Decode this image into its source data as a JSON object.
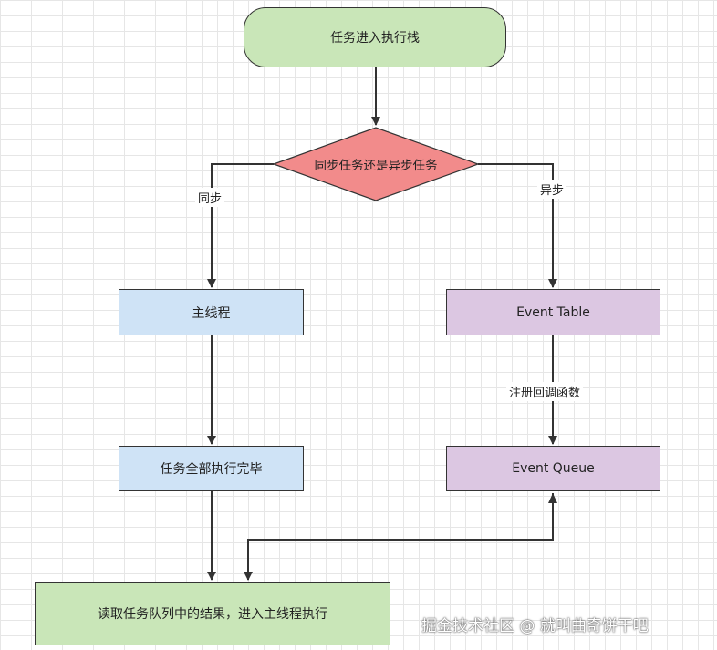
{
  "nodes": {
    "start": "任务进入执行栈",
    "decision": "同步任务还是异步任务",
    "main_thread": "主线程",
    "main_done": "任务全部执行完毕",
    "event_table": "Event Table",
    "event_queue": "Event Queue",
    "read_queue": "读取任务队列中的结果，进入主线程执行"
  },
  "edge_labels": {
    "sync": "同步",
    "async": "异步",
    "register": "注册回调函数"
  },
  "watermark": "掘金技术社区 @ 就叫曲奇饼干吧",
  "colors": {
    "green": "#c9e6b8",
    "red": "#f28b8b",
    "blue": "#cfe3f6",
    "purple": "#dcc7e2"
  }
}
